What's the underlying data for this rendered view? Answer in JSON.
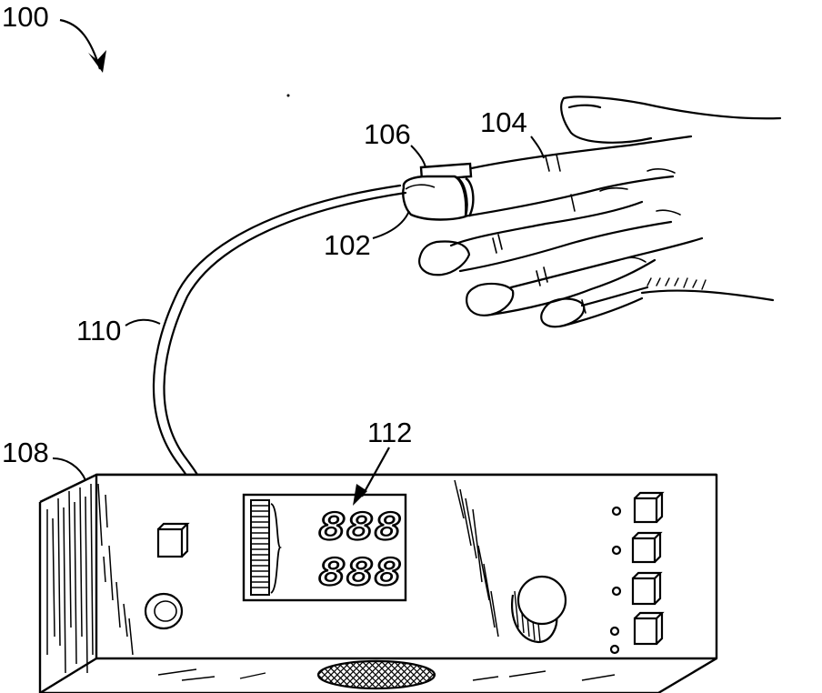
{
  "labels": {
    "figure": "100",
    "sensor": "102",
    "hand": "104",
    "clip": "106",
    "monitor": "108",
    "cable": "110",
    "display": "112"
  },
  "display": {
    "upper_readout": "888",
    "lower_readout": "888"
  },
  "colors": {
    "ink": "#000000",
    "paper": "#ffffff"
  }
}
